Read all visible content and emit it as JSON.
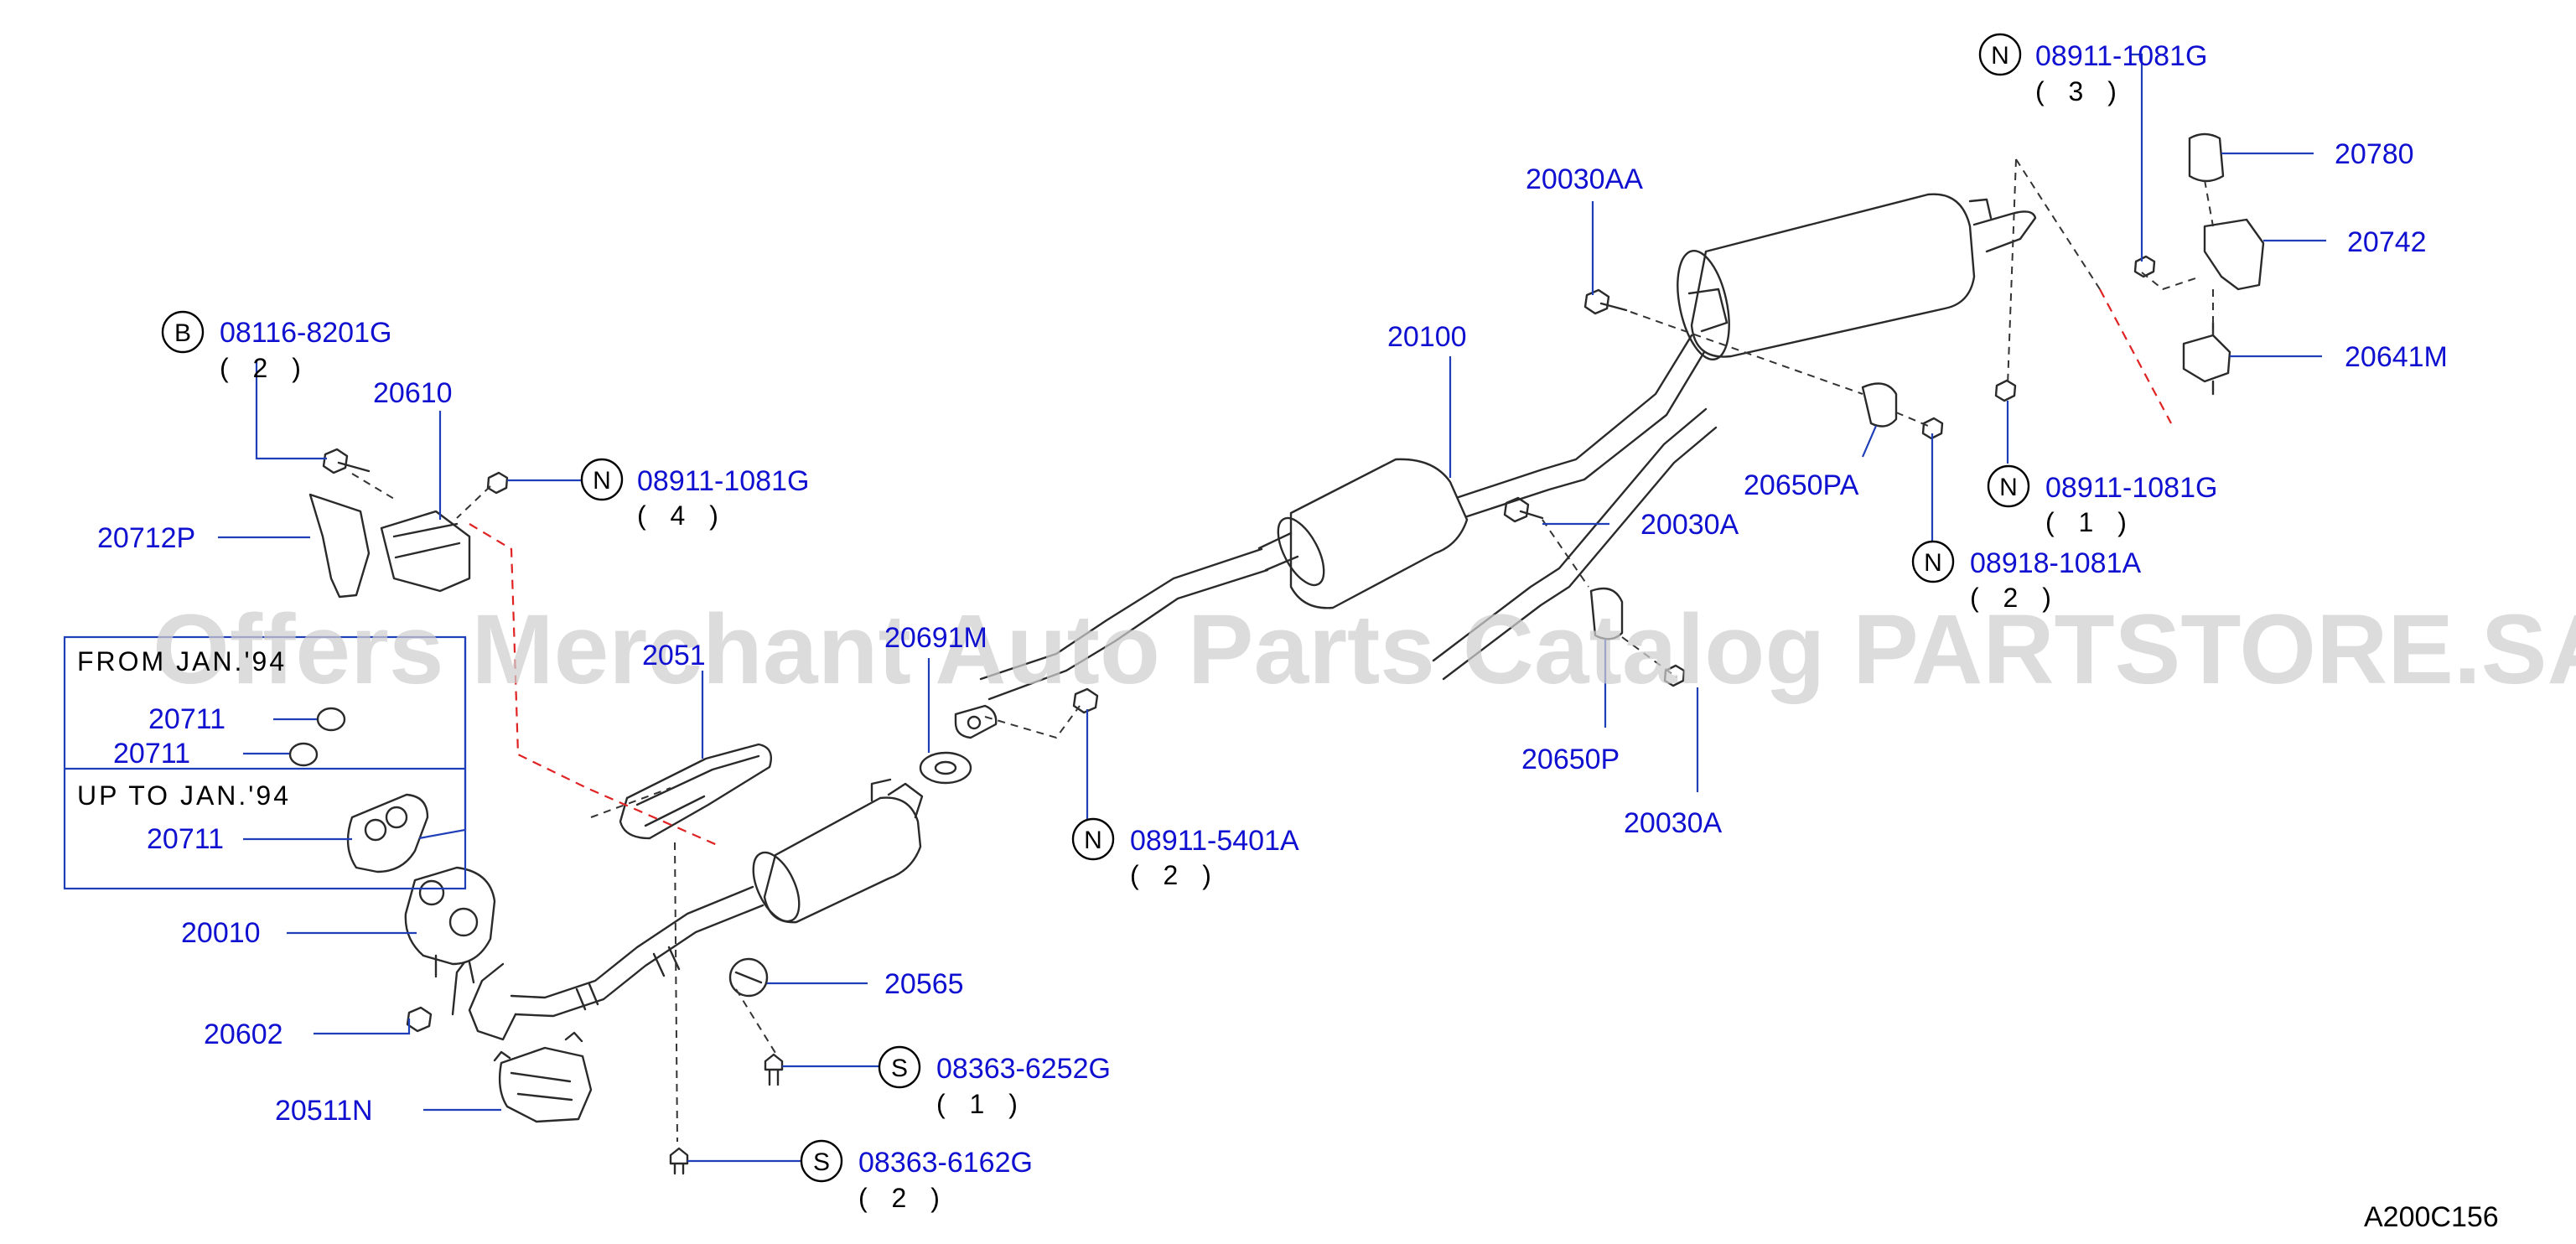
{
  "watermark": "Offers Merchant Auto Parts Catalog PARTSTORE.SA",
  "diagram_code": "A200C156",
  "inset": {
    "from_label": "FROM JAN.'94",
    "upto_label": "UP  TO  JAN.'94"
  },
  "parts": {
    "p20610": "20610",
    "p20712P": "20712P",
    "p20711a": "20711",
    "p20711b": "20711",
    "p20711c": "20711",
    "p20010": "20010",
    "p20602": "20602",
    "p20511N": "20511N",
    "p2051x": "2051",
    "p20691M": "20691M",
    "p20565": "20565",
    "p20100": "20100",
    "p20030AA": "20030AA",
    "p20030A_1": "20030A",
    "p20030A_2": "20030A",
    "p20650PA": "20650PA",
    "p20650P": "20650P",
    "p20780": "20780",
    "p20742": "20742",
    "p20641M": "20641M"
  },
  "fasteners": {
    "f_b_08116": {
      "prefix": "B",
      "number": "08116-8201G",
      "qty": "( 2 )"
    },
    "f_n_08911_4": {
      "prefix": "N",
      "number": "08911-1081G",
      "qty": "( 4 )"
    },
    "f_n_08911_5401": {
      "prefix": "N",
      "number": "08911-5401A",
      "qty": "( 2 )"
    },
    "f_s_08363_6252": {
      "prefix": "S",
      "number": "08363-6252G",
      "qty": "( 1 )"
    },
    "f_s_08363_6162": {
      "prefix": "S",
      "number": "08363-6162G",
      "qty": "( 2 )"
    },
    "f_n_08911_3": {
      "prefix": "N",
      "number": "08911-1081G",
      "qty": "( 3 )"
    },
    "f_n_08911_1": {
      "prefix": "N",
      "number": "08911-1081G",
      "qty": "( 1 )"
    },
    "f_n_08918": {
      "prefix": "N",
      "number": "08918-1081A",
      "qty": "( 2 )"
    }
  }
}
